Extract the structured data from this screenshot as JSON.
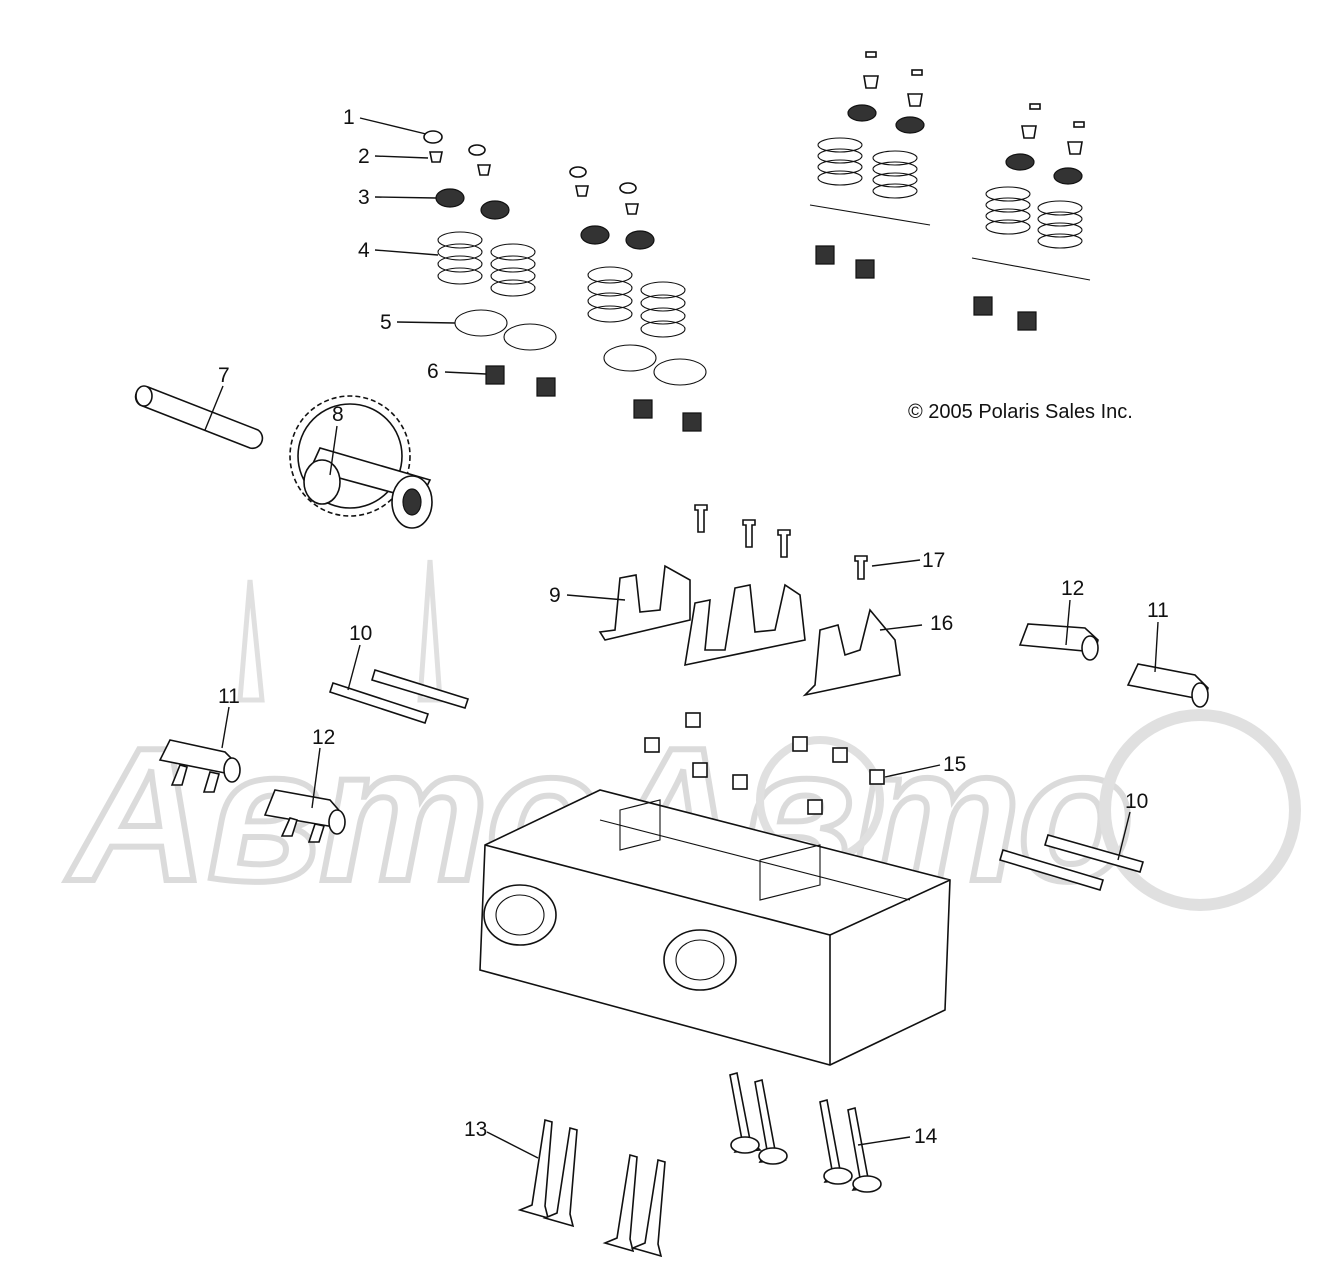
{
  "copyright": "© 2005 Polaris Sales Inc.",
  "watermark": "АвтоАвто",
  "callouts": [
    {
      "id": "c1",
      "text": "1"
    },
    {
      "id": "c2",
      "text": "2"
    },
    {
      "id": "c3",
      "text": "3"
    },
    {
      "id": "c4",
      "text": "4"
    },
    {
      "id": "c5",
      "text": "5"
    },
    {
      "id": "c6",
      "text": "6"
    },
    {
      "id": "c7",
      "text": "7"
    },
    {
      "id": "c8",
      "text": "8"
    },
    {
      "id": "c9",
      "text": "9"
    },
    {
      "id": "c10a",
      "text": "10"
    },
    {
      "id": "c10b",
      "text": "10"
    },
    {
      "id": "c11a",
      "text": "11"
    },
    {
      "id": "c11b",
      "text": "11"
    },
    {
      "id": "c12a",
      "text": "12"
    },
    {
      "id": "c12b",
      "text": "12"
    },
    {
      "id": "c13",
      "text": "13"
    },
    {
      "id": "c14",
      "text": "14"
    },
    {
      "id": "c15",
      "text": "15"
    },
    {
      "id": "c16",
      "text": "16"
    },
    {
      "id": "c17",
      "text": "17"
    }
  ]
}
